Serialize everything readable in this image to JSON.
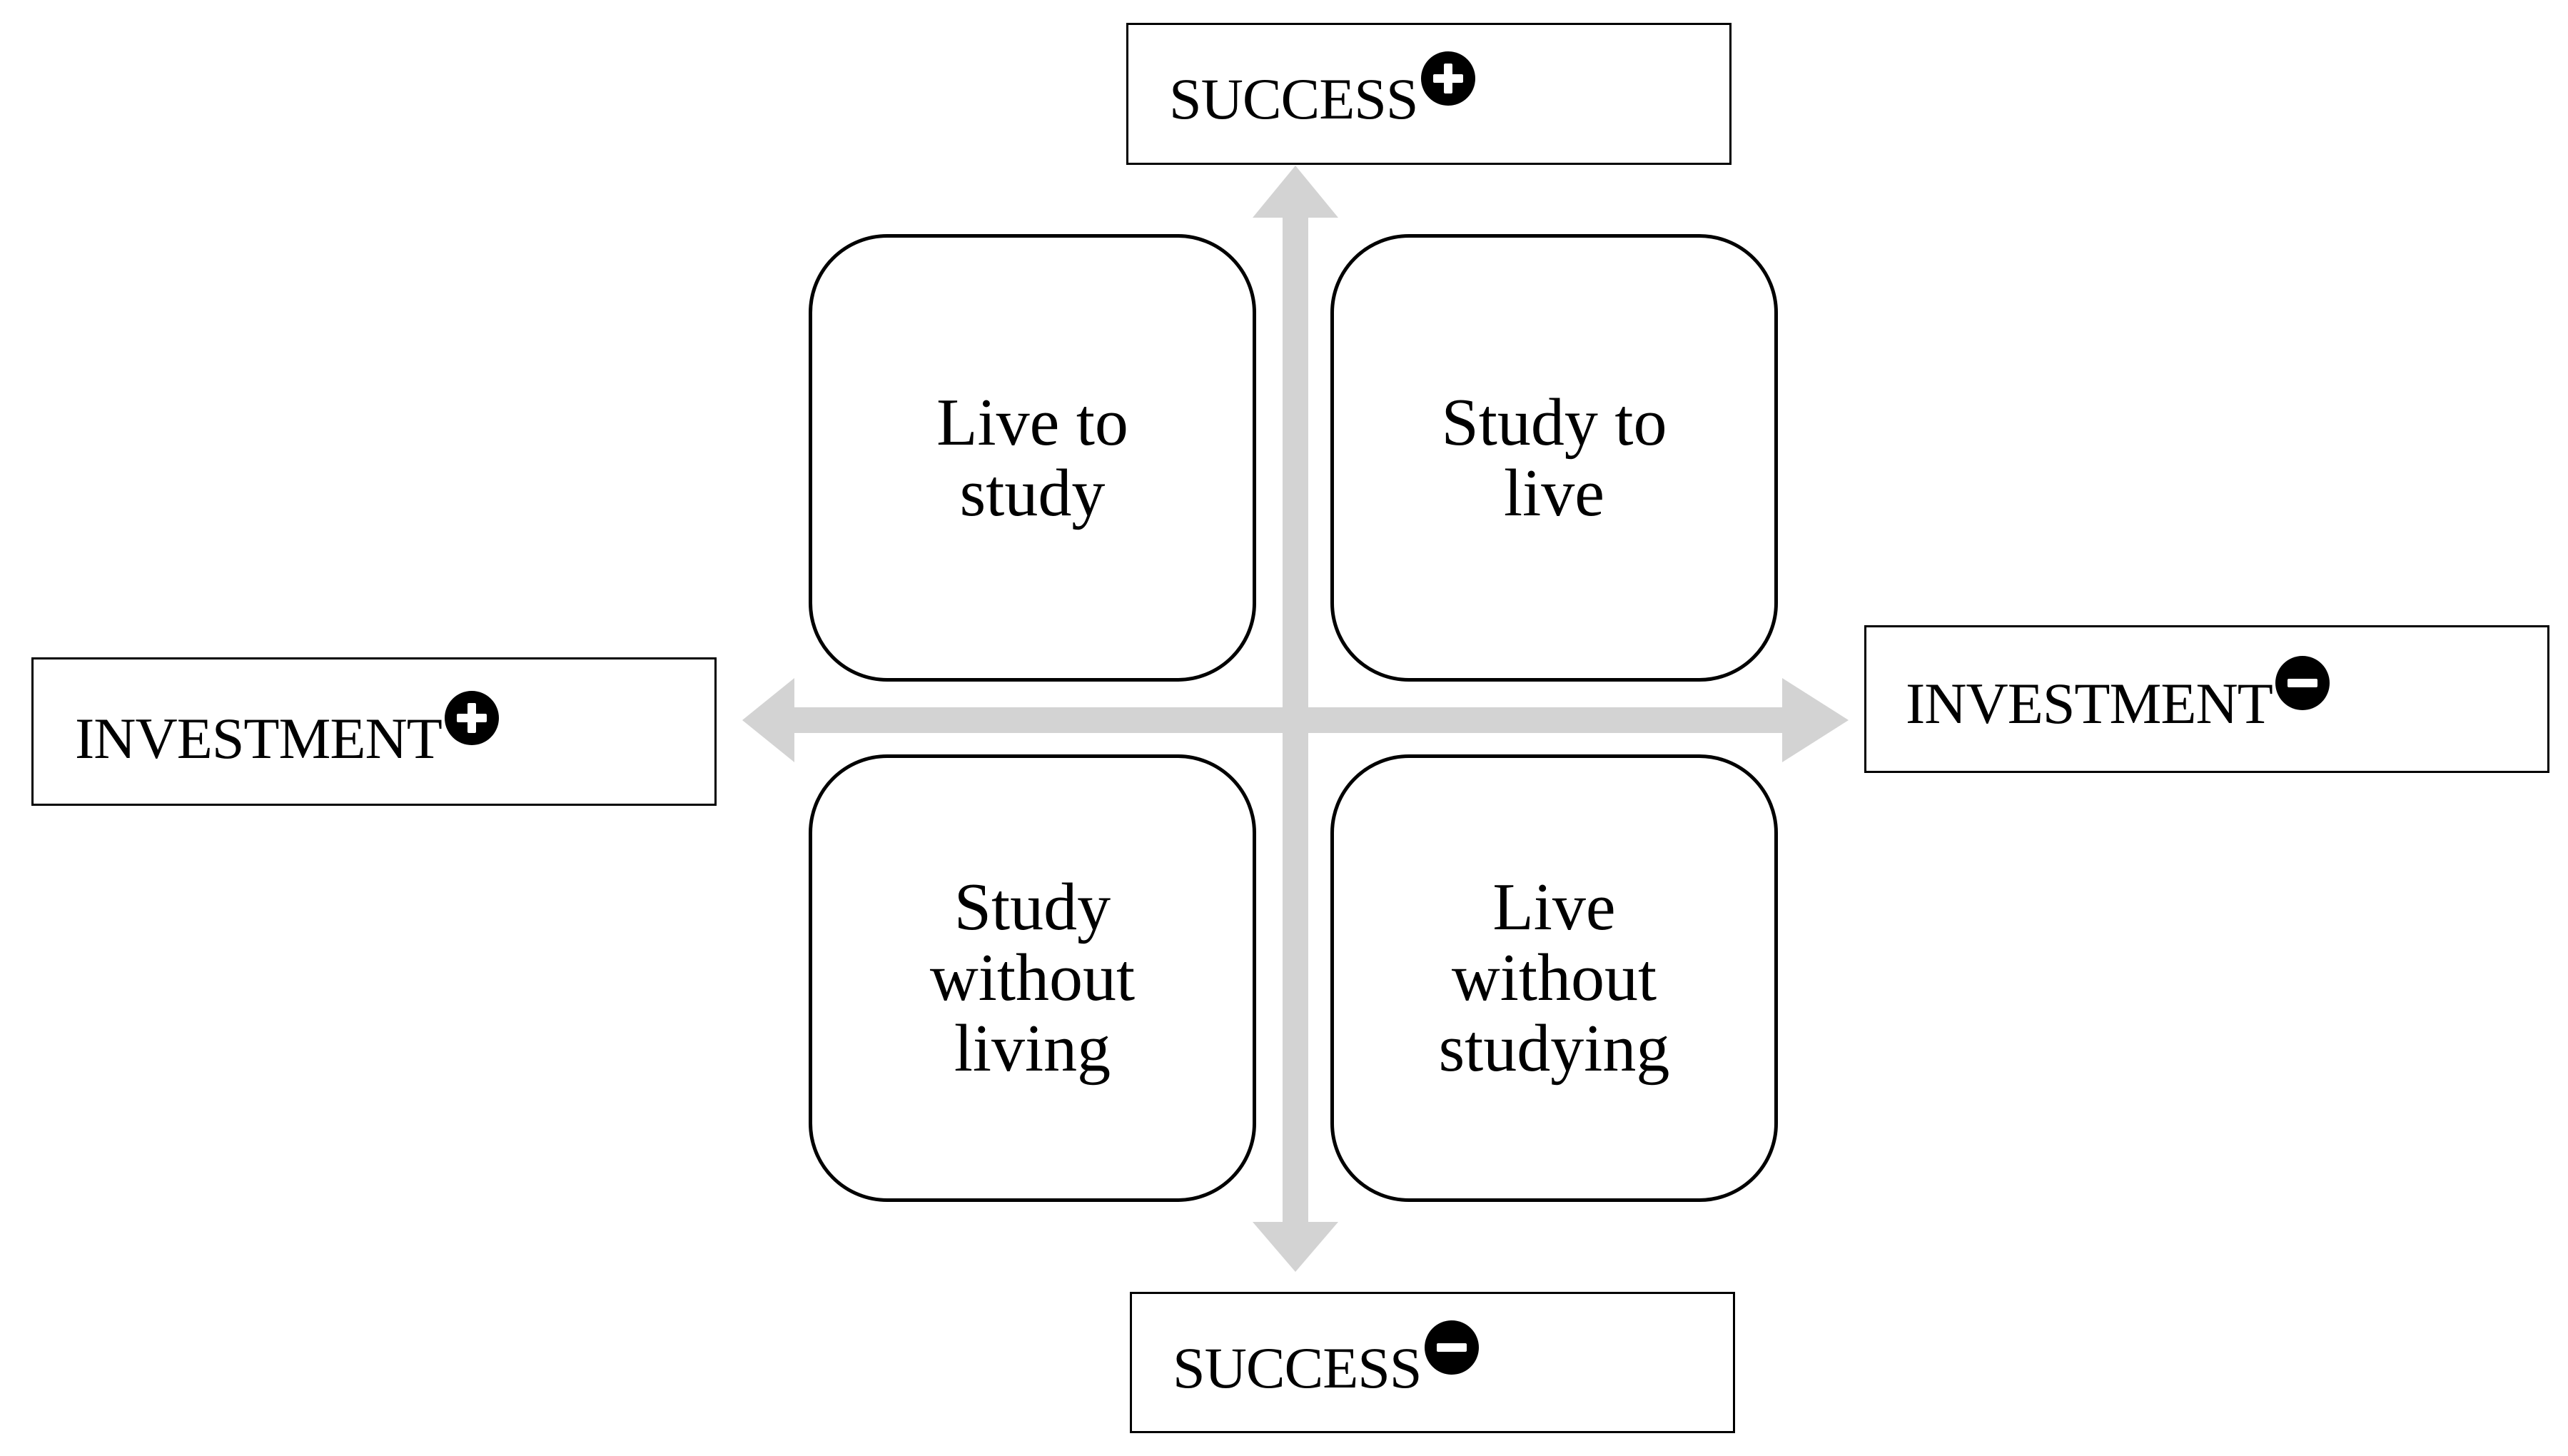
{
  "axes": {
    "top": {
      "label": "SUCCESS",
      "sign": "plus"
    },
    "bottom": {
      "label": "SUCCESS",
      "sign": "minus"
    },
    "left": {
      "label": "INVESTMENT",
      "sign": "plus"
    },
    "right": {
      "label": "INVESTMENT",
      "sign": "minus"
    }
  },
  "quadrants": {
    "top_left": "Live to\nstudy",
    "top_right": "Study to\nlive",
    "bottom_left": "Study\nwithout\nliving",
    "bottom_right": "Live\nwithout\nstudying"
  },
  "colors": {
    "arrow": "#d3d3d3",
    "border": "#000000",
    "background": "#ffffff"
  }
}
